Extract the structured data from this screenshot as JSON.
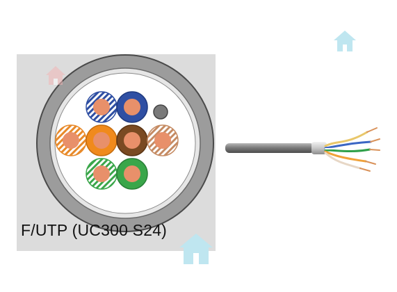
{
  "caption": "F/UTP (UC300 S24)",
  "colors": {
    "panel_bg": "#dcdcdc",
    "jacket": "#9a9a9a",
    "jacket_edge": "#555555",
    "foil_inner": "#ffffff",
    "conductor_copper": "#e8906a",
    "drain_wire": "#7a7a7a",
    "watermark": "#bfe6f0",
    "watermark_red": "#f2b7b7"
  },
  "pairs": [
    {
      "name": "blue-white",
      "solid": "#ffffff",
      "stripe": "#2f4fa3"
    },
    {
      "name": "blue",
      "solid": "#2f4fa3",
      "stripe": ""
    },
    {
      "name": "orange-white",
      "solid": "#ffffff",
      "stripe": "#e88a2a"
    },
    {
      "name": "orange",
      "solid": "#f08a1c",
      "stripe": ""
    },
    {
      "name": "brown",
      "solid": "#7a4a22",
      "stripe": ""
    },
    {
      "name": "brown-white",
      "solid": "#ffffff",
      "stripe": "#c58b63"
    },
    {
      "name": "green-white",
      "solid": "#ffffff",
      "stripe": "#3aa64a"
    },
    {
      "name": "green",
      "solid": "#3aa64a",
      "stripe": ""
    }
  ],
  "icons": [
    "house-watermark-icon"
  ]
}
